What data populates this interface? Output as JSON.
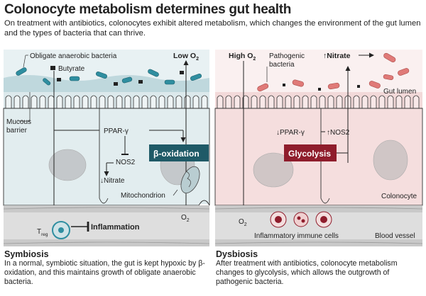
{
  "header": {
    "title": "Colonocyte metabolism determines gut health",
    "subtitle": "On treatment with antibiotics, colonocytes exhibit altered metabolism, which changes the environment of the gut lumen and the types of bacteria that can thrive."
  },
  "left": {
    "obligate_label": "Obligate anaerobic bacteria",
    "butyrate_label": "Butyrate",
    "low_o2": "Low O",
    "o2_sub": "2",
    "mucous_label_1": "Mucous",
    "mucous_label_2": "barrier",
    "ppar_label": "PPAR-γ",
    "nos2_label": "NOS2",
    "nitrate_label": "↓Nitrate",
    "beta_label": "β-oxidation",
    "mito_label": "Mitochondrion",
    "o2_bottom": "O",
    "treg_label": "T",
    "treg_sub": "reg",
    "inflammation_label": "Inflammation",
    "section_title": "Symbiosis",
    "section_body": "In a normal, symbiotic situation, the gut is kept hypoxic by β-oxidation, and this maintains growth of obligate anaerobic bacteria."
  },
  "right": {
    "high_o2": "High O",
    "o2_sub": "2",
    "pathogenic_label_1": "Pathogenic",
    "pathogenic_label_2": "bacteria",
    "nitrate_up": "↑Nitrate",
    "gut_lumen": "Gut lumen",
    "ppar_down": "↓PPAR-γ",
    "nos2_up": "↑NOS2",
    "glyco_label": "Glycolysis",
    "colonocyte_label": "Colonocyte",
    "o2_bottom": "O",
    "immune_label": "Inflammatory immune cells",
    "blood_label": "Blood vessel",
    "section_title": "Dysbiosis",
    "section_body": "After treatment with antibiotics, colonocyte metabolism changes to glycolysis, which allows the outgrowth of pathogenic bacteria."
  },
  "colors": {
    "left_tint": "#dce9ec",
    "right_tint": "#f2d9d9",
    "beta_box": "#1f5a67",
    "glyco_box": "#8f1d2c",
    "bacteria_teal": "#2f8ea0",
    "bacteria_red": "#e07a78",
    "vessel_gray": "#c9c9c9"
  }
}
